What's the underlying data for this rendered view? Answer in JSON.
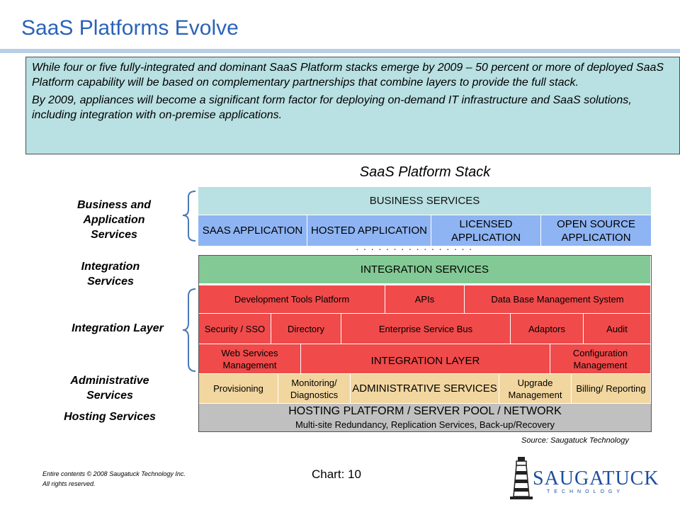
{
  "title": "SaaS Platforms Evolve",
  "intro": {
    "p1": "While four or five fully-integrated and dominant SaaS Platform stacks emerge by 2009 – 50 percent or more of deployed SaaS Platform capability will be based on complementary partnerships that combine layers to provide the full stack.",
    "p2": "By 2009, appliances will become a significant form factor for deploying on-demand IT infrastructure and SaaS solutions, including integration with on-premise applications."
  },
  "stack_title": "SaaS Platform Stack",
  "left_labels": {
    "business": "Business and Application Services",
    "integration_services": "Integration Services",
    "integration_layer": "Integration Layer",
    "administrative": "Administrative Services",
    "hosting": "Hosting Services"
  },
  "business": {
    "header": "BUSINESS SERVICES",
    "apps": [
      "SAAS APPLICATION",
      "HOSTED APPLICATION",
      "LICENSED APPLICATION",
      "OPEN SOURCE APPLICATION"
    ]
  },
  "integration": {
    "header": "INTEGRATION SERVICES",
    "row1": [
      "Development Tools Platform",
      "APIs",
      "Data Base Management System"
    ],
    "row2": [
      "Security / SSO",
      "Directory",
      "Enterprise Service Bus",
      "Adaptors",
      "Audit"
    ],
    "row3": [
      "Web Services Management",
      "INTEGRATION LAYER",
      "Configuration Management"
    ]
  },
  "admin": [
    "Provisioning",
    "Monitoring/ Diagnostics",
    "ADMINISTRATIVE SERVICES",
    "Upgrade Management",
    "Billing/ Reporting"
  ],
  "hosting": {
    "line1": "HOSTING PLATFORM / SERVER POOL / NETWORK",
    "line2": "Multi-site Redundancy, Replication Services, Back-up/Recovery"
  },
  "source": "Source: Saugatuck Technology",
  "copyright": [
    "Entire contents © 2008 Saugatuck Technology Inc.",
    "All rights reserved."
  ],
  "chart_number": "Chart: 10",
  "logo": {
    "main": "SAUGATUCK",
    "sub": "TECHNOLOGY"
  },
  "colors": {
    "title": "#2a63b8",
    "intro_bg": "#b9e0e2",
    "applications": "#8eb4f3",
    "integration_services": "#82c995",
    "integration_layer": "#f04a4a",
    "administrative": "#f2d6a0",
    "hosting": "#c0c0c0"
  }
}
